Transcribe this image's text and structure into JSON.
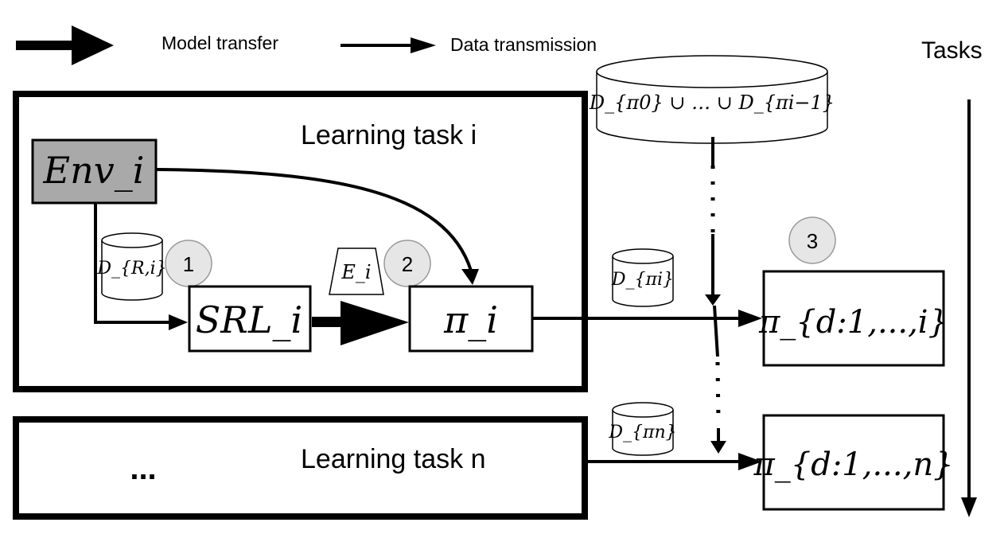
{
  "legend": {
    "model_transfer": "Model transfer",
    "data_transmission": "Data transmission"
  },
  "tasks_axis": {
    "label": "Tasks"
  },
  "dataset_union": {
    "label": "D_{π0} ∪ … ∪ D_{πi−1}"
  },
  "task_i": {
    "title": "Learning task i",
    "env": "Env_i",
    "data_r": "D_{R,i}",
    "srl": "SRL_i",
    "encoder": "E_i",
    "policy": "π_i",
    "data_pi": "D_{πi}"
  },
  "task_n": {
    "title": "Learning task n",
    "ellipsis": "...",
    "data_pi": "D_{πn}"
  },
  "distilled": {
    "policy_i": "π_{d:1,...,i}",
    "policy_n": "π_{d:1,...,n}"
  },
  "steps": [
    "1",
    "2",
    "3"
  ],
  "colors": {
    "env_fill": "#a9a9a9",
    "step_fill": "#e6e6e6",
    "stroke": "#000000"
  }
}
